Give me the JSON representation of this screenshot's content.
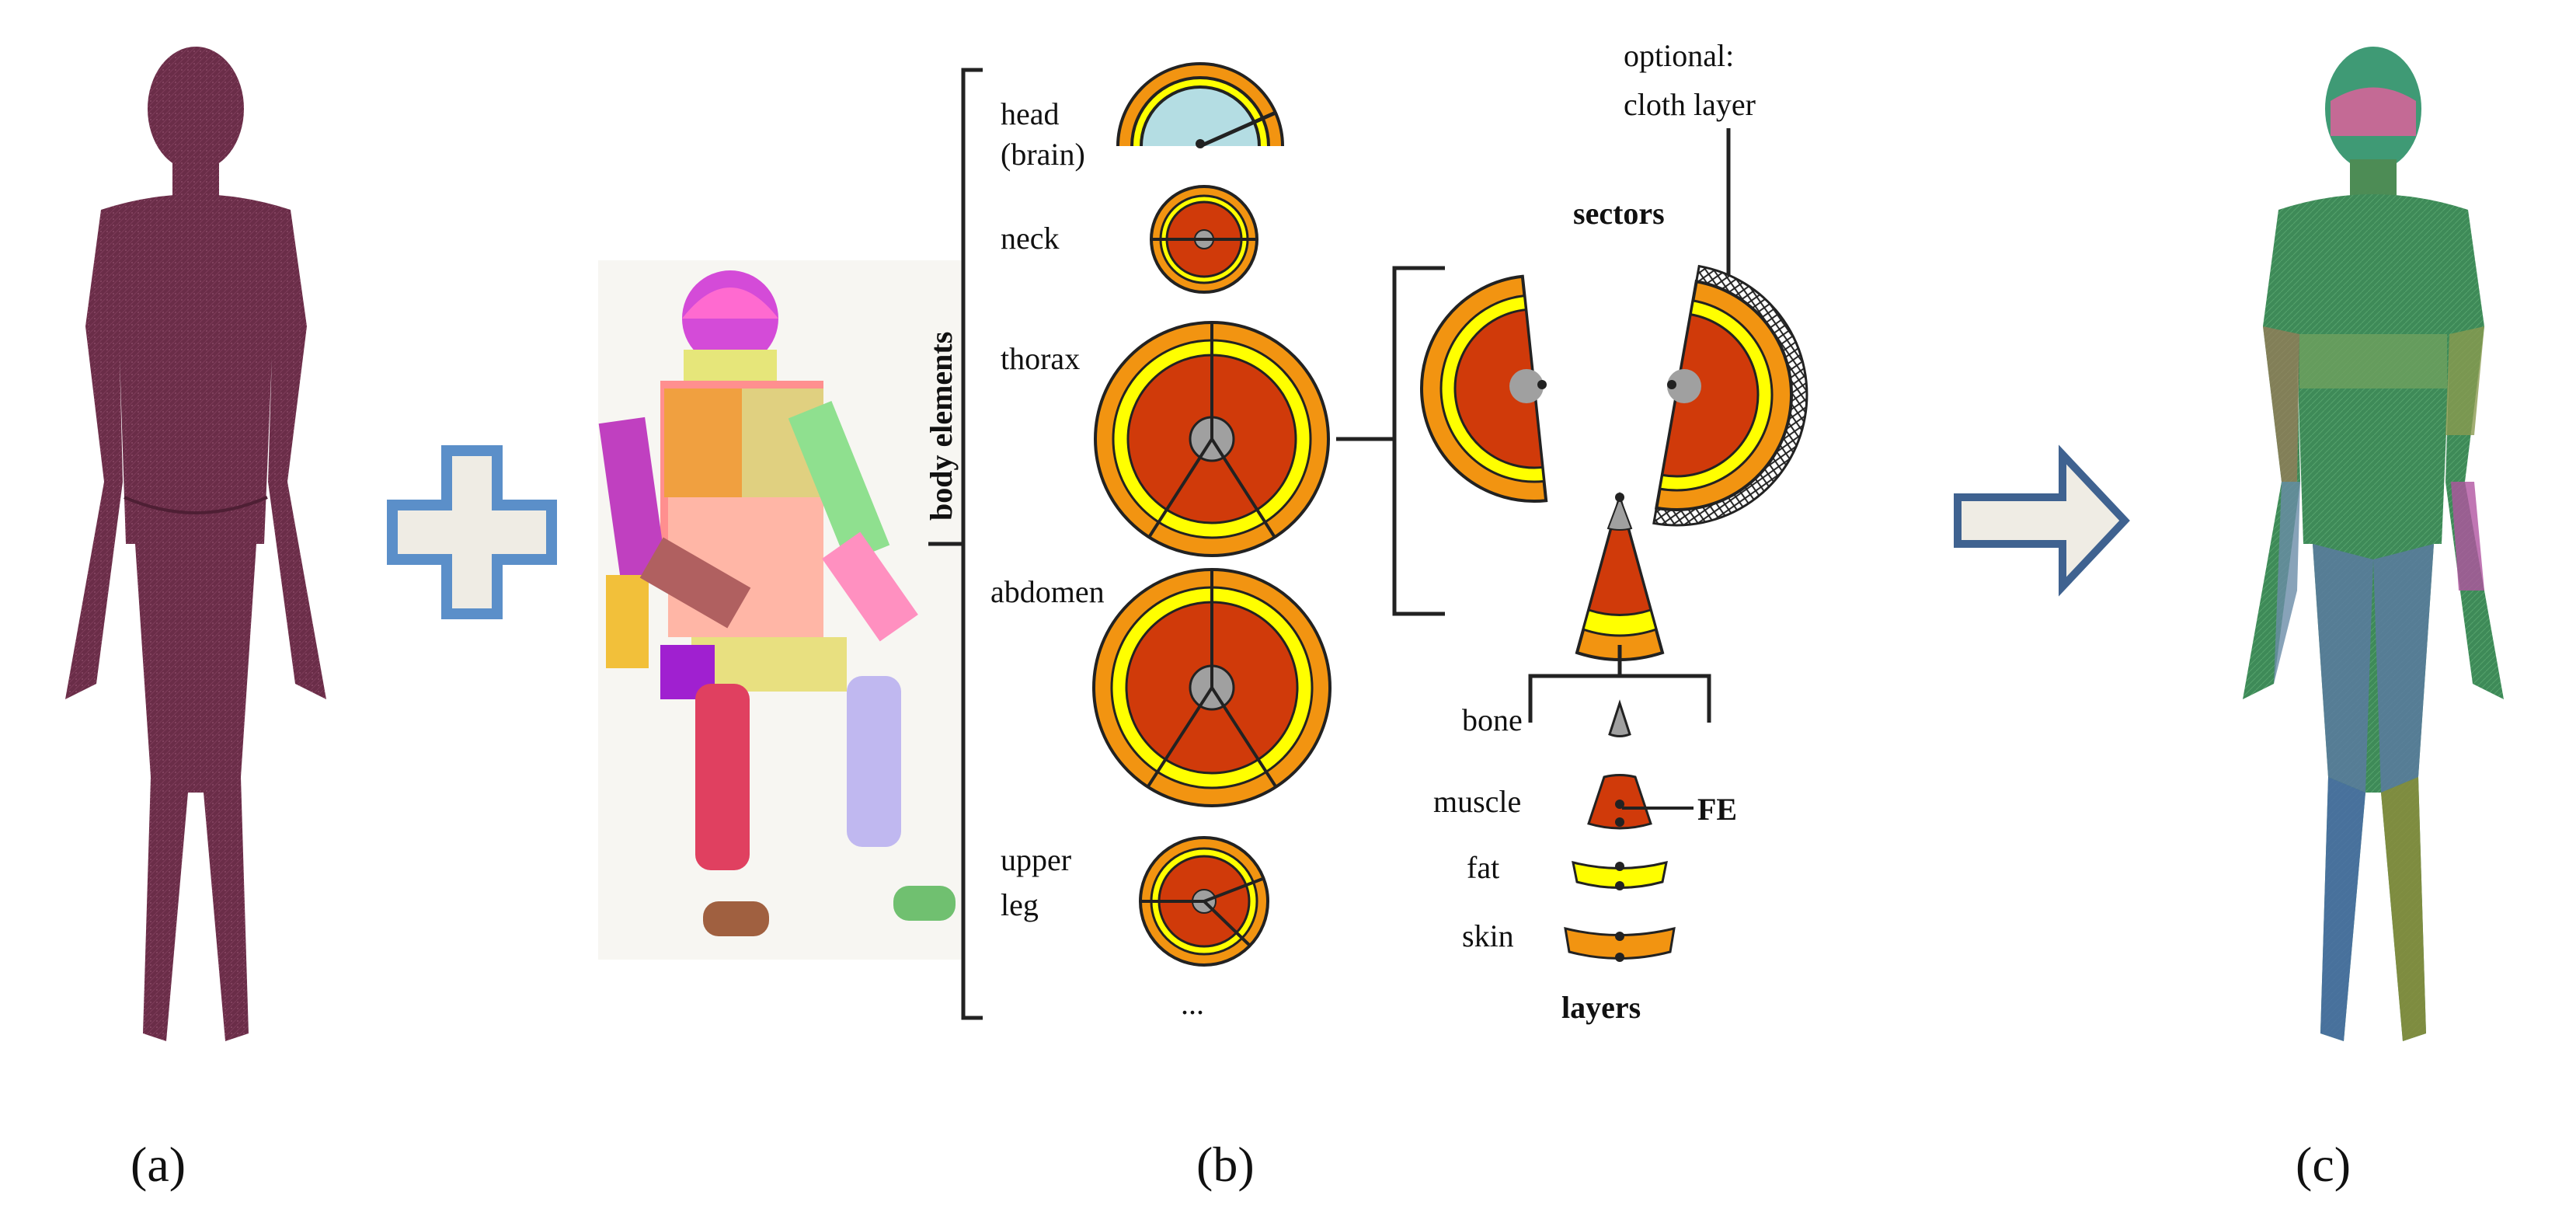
{
  "captions": {
    "a": "(a)",
    "b": "(b)",
    "c": "(c)"
  },
  "panel_b": {
    "group_label": "body elements",
    "elements": [
      "head (brain)",
      "neck",
      "thorax",
      "abdomen",
      "upper leg",
      "..."
    ],
    "element_lines": {
      "head_1": "head",
      "head_2": "(brain)",
      "neck": "neck",
      "thorax": "thorax",
      "abdomen": "abdomen",
      "upper_leg_1": "upper",
      "upper_leg_2": "leg",
      "ellipsis": "..."
    },
    "sectors_label": "sectors",
    "optional_label_1": "optional:",
    "optional_label_2": "cloth layer",
    "layers_label": "layers",
    "layers": [
      "bone",
      "muscle",
      "fat",
      "skin"
    ],
    "fe_label": "FE"
  },
  "colors": {
    "skin_layer": "#f29411",
    "fat_layer": "#ffff00",
    "muscle_layer": "#d03a0a",
    "bone": "#a0a0a0",
    "brain": "#b4dde3",
    "plus_outline": "#5b8fc9",
    "arrow_outline": "#3f6290",
    "body_mesh": "#6a2d48",
    "arrow_fill": "#efece4"
  }
}
